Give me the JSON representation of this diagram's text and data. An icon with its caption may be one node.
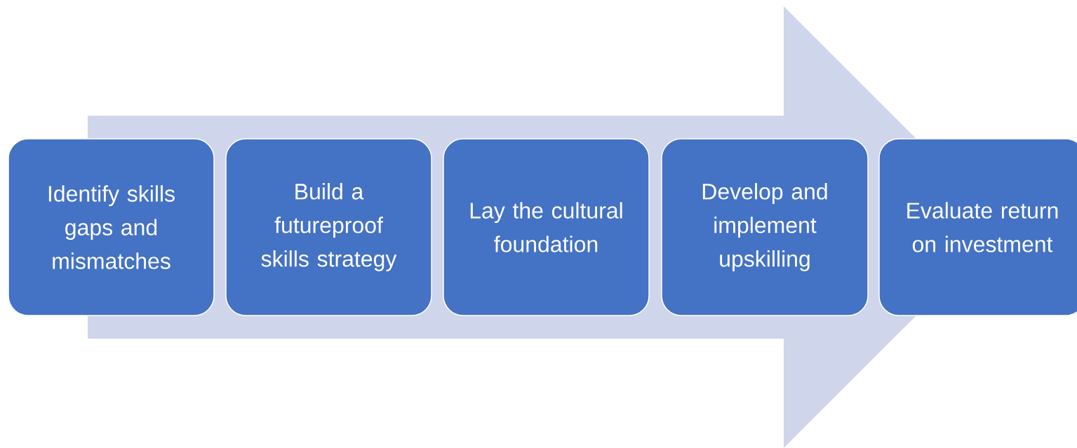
{
  "diagram": {
    "nodes": [
      {
        "text": [
          "Identify skills gaps and mismatches"
        ]
      },
      {
        "text": [
          "Build a futureproof skills strategy"
        ]
      },
      {
        "text": [
          "Lay the cultural foundation"
        ]
      },
      {
        "text": [
          "Develop and implement upskilling"
        ]
      },
      {
        "text": [
          "Evaluate return on investment"
        ]
      }
    ],
    "edges": [
      {
        "from": 0,
        "to": 4,
        "arrow": "to"
      }
    ]
  }
}
